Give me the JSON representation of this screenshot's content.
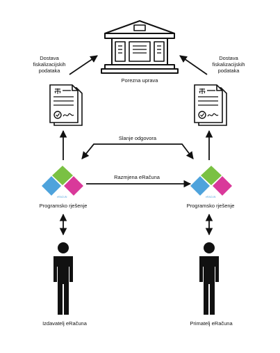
{
  "authority": {
    "label": "Porezna uprava",
    "icon": "government-building-icon"
  },
  "left_delivery": {
    "lines": [
      "Dostava",
      "fiskalizacijskih",
      "podataka"
    ],
    "icon": "certified-document-icon"
  },
  "right_delivery": {
    "lines": [
      "Dostava",
      "fiskalizacijskih",
      "podataka"
    ],
    "icon": "certified-document-icon"
  },
  "response_label": "Slanje odgovora",
  "exchange_label": "Razmjena eRačuna",
  "left_software": {
    "label": "Programsko rješenje",
    "logo_text": "eRACUN",
    "icon": "software-logo-icon"
  },
  "right_software": {
    "label": "Programsko rješenje",
    "logo_text": "eRACUN",
    "icon": "software-logo-icon"
  },
  "issuer": {
    "label": "Izdavatelj eRačuna",
    "icon": "person-icon"
  },
  "recipient": {
    "label": "Primatelj eRačuna",
    "icon": "person-icon"
  },
  "colors": {
    "ink": "#111111",
    "logo_green": "#7ac143",
    "logo_blue": "#4ea3dc",
    "logo_magenta": "#d9399a"
  }
}
